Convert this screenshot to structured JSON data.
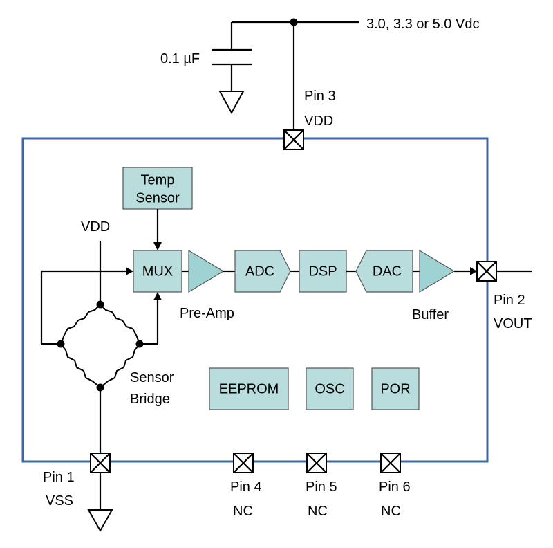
{
  "supply": {
    "voltage_label": "3.0, 3.3 or 5.0 Vdc",
    "cap_label": "0.1 µF"
  },
  "pins": {
    "pin3": {
      "number": "Pin 3",
      "name": "VDD"
    },
    "pin2": {
      "number": "Pin 2",
      "name": "VOUT"
    },
    "pin1": {
      "number": "Pin 1",
      "name": "VSS"
    },
    "pin4": {
      "number": "Pin 4",
      "name": "NC"
    },
    "pin5": {
      "number": "Pin 5",
      "name": "NC"
    },
    "pin6": {
      "number": "Pin 6",
      "name": "NC"
    }
  },
  "blocks": {
    "temp_sensor": {
      "line1": "Temp",
      "line2": "Sensor"
    },
    "mux": "MUX",
    "adc": "ADC",
    "dsp": "DSP",
    "dac": "DAC",
    "eeprom": "EEPROM",
    "osc": "OSC",
    "por": "POR"
  },
  "labels": {
    "vdd_internal": "VDD",
    "preamp": "Pre-Amp",
    "buffer": "Buffer",
    "sensor_bridge_1": "Sensor",
    "sensor_bridge_2": "Bridge"
  },
  "colors": {
    "chip_outline": "#3f67a5",
    "block_fill": "#b9dcdc",
    "amp_fill": "#9fd2d2"
  }
}
